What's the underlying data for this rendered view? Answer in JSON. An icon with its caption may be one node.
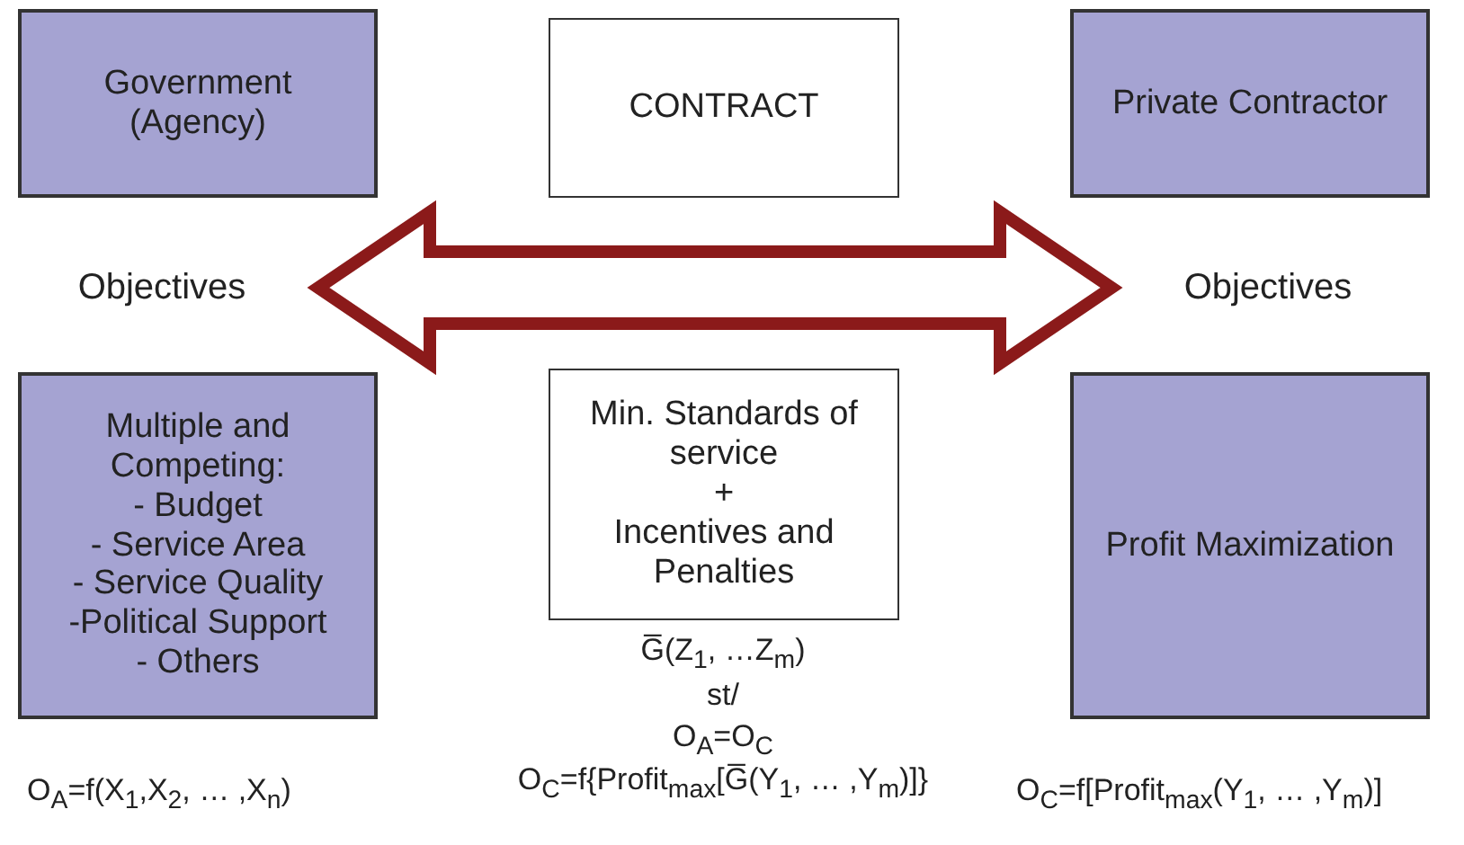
{
  "diagram": {
    "nodes": [
      {
        "text": [
          "Government (Agency)"
        ]
      },
      {
        "text": [
          "CONTRACT"
        ]
      },
      {
        "text": [
          "Private Contractor"
        ]
      },
      {
        "text": [
          "Objectives"
        ]
      },
      {
        "text": [
          "Objectives"
        ]
      },
      {
        "text": [
          "Multiple and Competing:",
          "- Budget",
          "- Service Area",
          "- Service Quality",
          "-Political Support",
          "- Others"
        ]
      },
      {
        "text": [
          "Min. Standards of service",
          "+",
          "Incentives and Penalties"
        ]
      },
      {
        "text": [
          "Profit Maximization"
        ]
      }
    ],
    "edges": [
      {
        "from": 3,
        "to": 4,
        "arrow": "both",
        "style": "thick",
        "color": "#8b1a1a"
      }
    ],
    "labels": [
      "O$_{A}$=f(X$_{1}$,X$_{2}$, … ,X$_{n}$)",
      "G̅(Z$_{1}$, …Z$_{m}$)",
      "st/",
      "O$_{A}$=O$_{C}$",
      "O$_{C}$=f{Profit$_{max}$[G̅(Y$_{1}$, … ,Y$_{m}$)]}",
      "O$_{C}$=f[Profit$_{max}$(Y$_{1}$, … ,Y$_{m}$)]"
    ]
  }
}
